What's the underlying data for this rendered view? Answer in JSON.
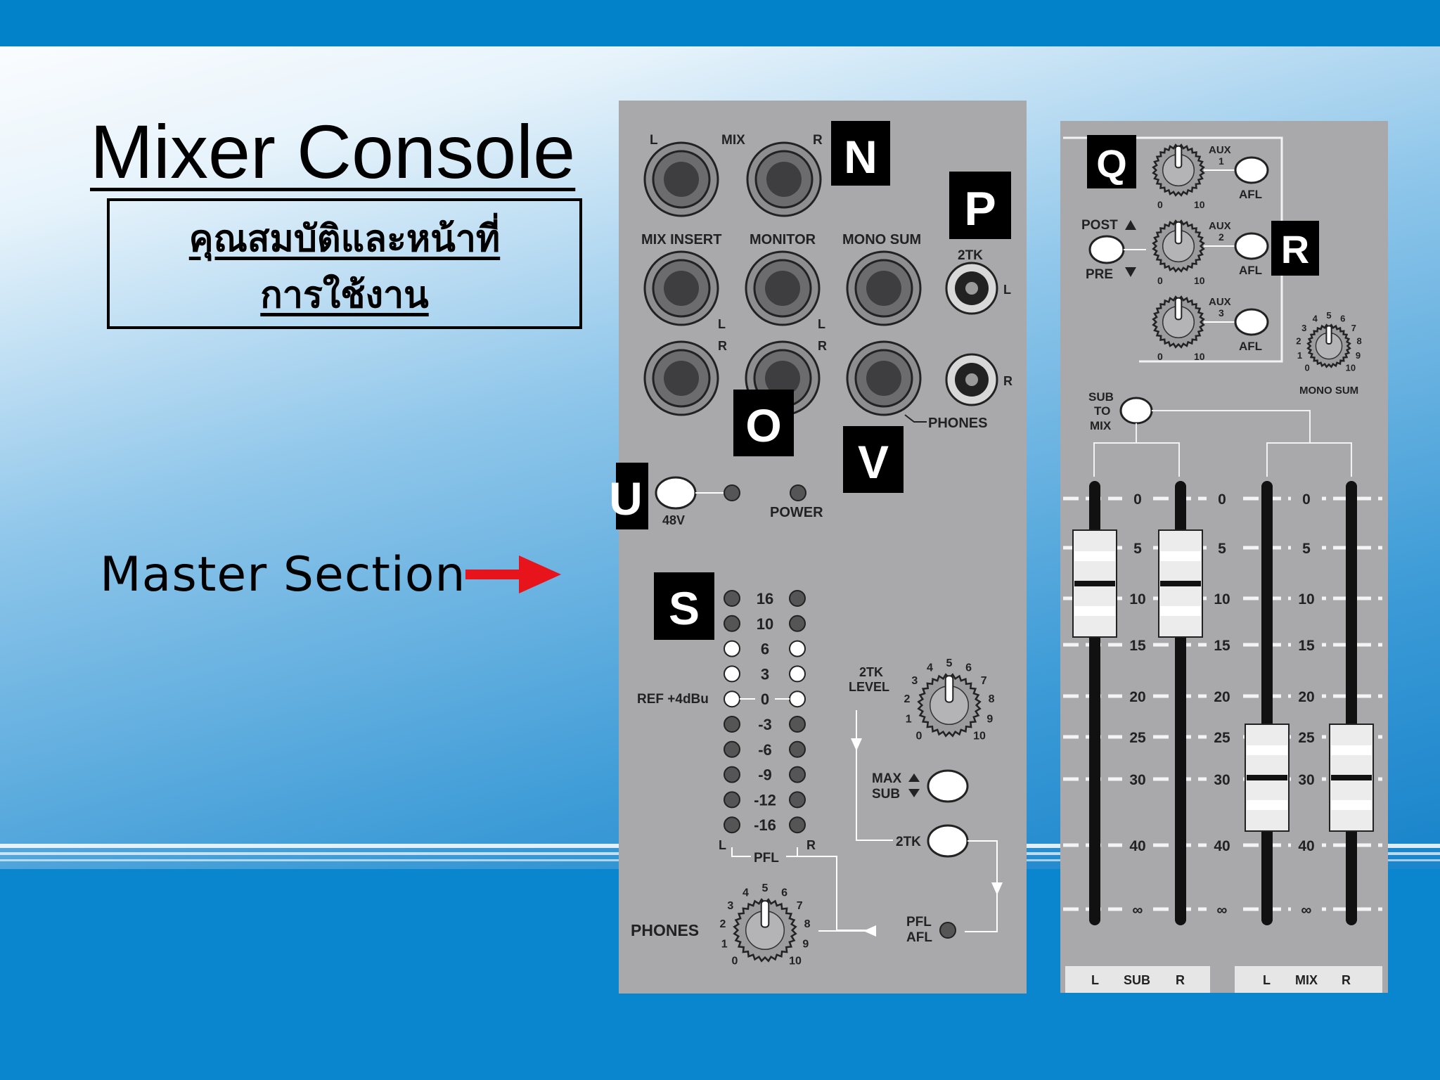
{
  "slide": {
    "title": "Mixer Console",
    "subtitle_line1": "คุณสมบัติและหน้าที่",
    "subtitle_line2": "การใช้งาน",
    "pointer_label": "Master Section",
    "colors": {
      "top_bar": "#0282c9",
      "bottom_band": "#0a86cf",
      "panel": "#a9a9ab",
      "arrow": "#e8141c"
    }
  },
  "letters": {
    "n": "N",
    "p": "P",
    "o": "O",
    "u": "U",
    "v": "V",
    "s": "S",
    "q": "Q",
    "r": "R"
  },
  "left_panel": {
    "mix_l": "L",
    "mix_label": "MIX",
    "mix_r": "R",
    "mix_insert": "MIX INSERT",
    "monitor": "MONITOR",
    "mono_sum": "MONO SUM",
    "two_tk": "2TK",
    "l": "L",
    "r": "R",
    "phones_out": "PHONES",
    "v48": "48V",
    "power": "POWER",
    "ref_label": "REF +4dBu",
    "meter_scale": [
      "16",
      "10",
      "6",
      "3",
      "0",
      "-3",
      "-6",
      "-9",
      "-12",
      "-16"
    ],
    "meter_l": "L",
    "meter_pfl": "PFL",
    "meter_r": "R",
    "two_tk_level_1": "2TK",
    "two_tk_level_2": "LEVEL",
    "knob_scale": [
      "0",
      "1",
      "2",
      "3",
      "4",
      "5",
      "6",
      "7",
      "8",
      "9",
      "10"
    ],
    "max_label": "MAX",
    "sub_label": "SUB",
    "two_tk_button": "2TK",
    "pfl_label": "PFL",
    "afl_label": "AFL",
    "phones_label": "PHONES"
  },
  "right_panel": {
    "aux": "AUX",
    "aux_numbers": [
      "1",
      "2",
      "3"
    ],
    "afl": "AFL",
    "post": "POST",
    "pre": "PRE",
    "mono_sum": "MONO SUM",
    "sub_to_mix_1": "SUB",
    "sub_to_mix_2": "TO",
    "sub_to_mix_3": "MIX",
    "fader_scale": [
      "0",
      "5",
      "10",
      "15",
      "20",
      "25",
      "30",
      "40",
      "∞"
    ],
    "bottom_sub": [
      "L",
      "SUB",
      "R"
    ],
    "bottom_mix": [
      "L",
      "MIX",
      "R"
    ]
  }
}
